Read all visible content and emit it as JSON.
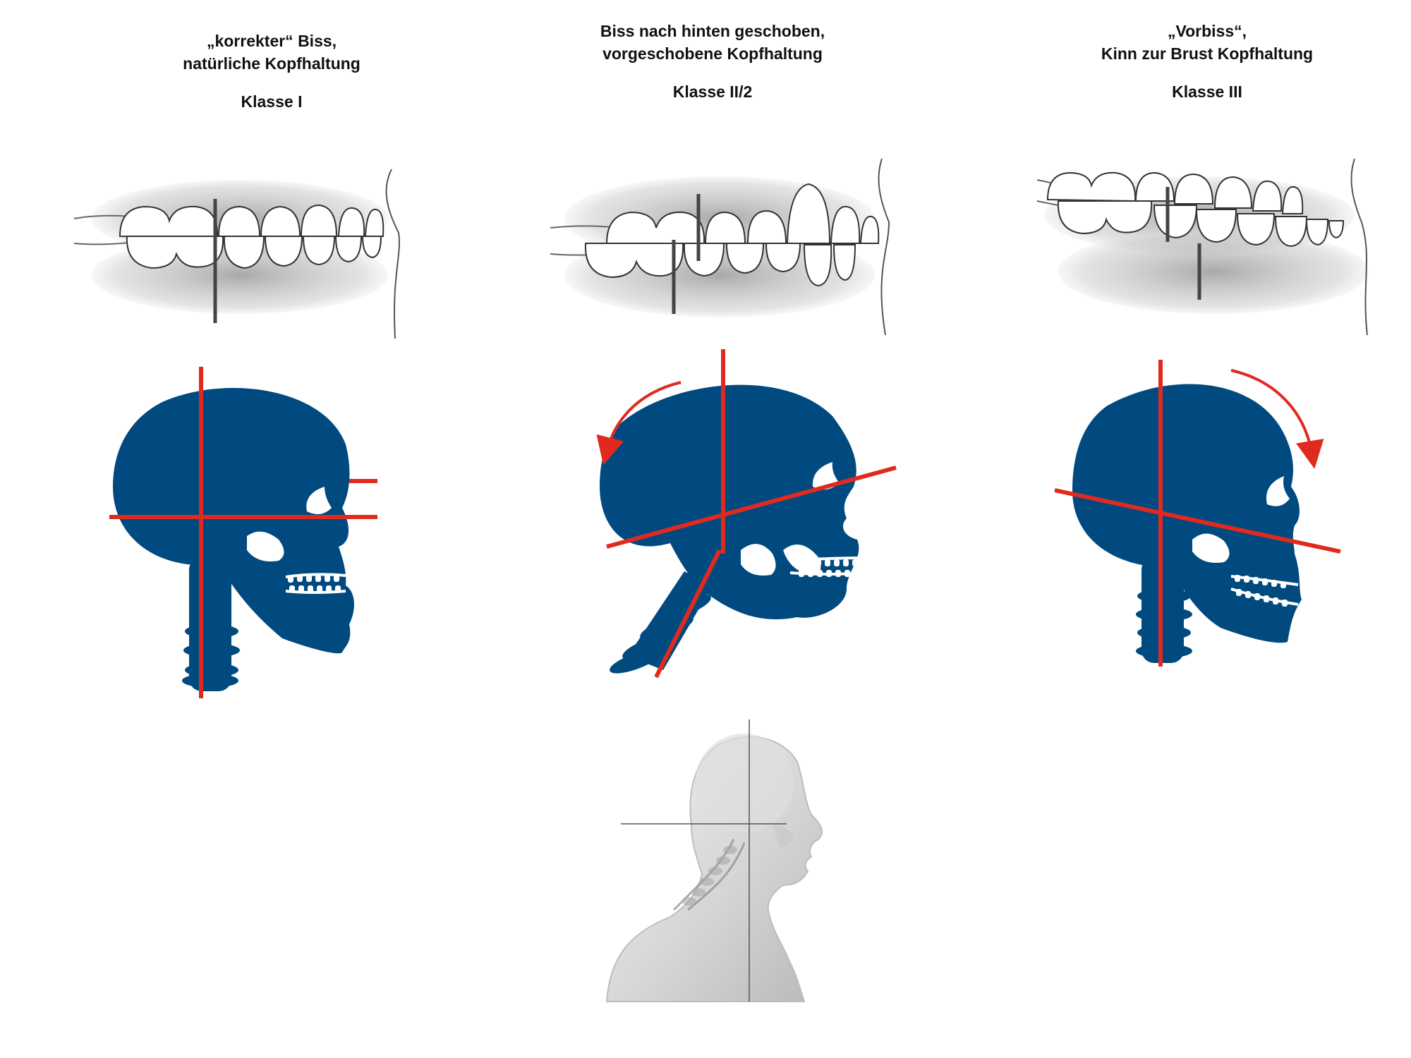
{
  "columns": [
    {
      "line1": "„korrekter“ Biss,",
      "line2": "natürliche Kopfhaltung",
      "class_label": "Klasse I"
    },
    {
      "line1": "Biss nach hinten geschoben,",
      "line2": "vorgeschobene Kopfhaltung",
      "class_label": "Klasse II/2"
    },
    {
      "line1": "„Vorbiss“,",
      "line2": "Kinn zur Brust Kopfhaltung",
      "class_label": "Klasse III"
    }
  ],
  "colors": {
    "skull": "#004a80",
    "guide": "#e02a1f",
    "tooth_line": "#444444",
    "text": "#111111"
  },
  "icons": [
    "teeth-occlusion-illustration",
    "skull-silhouette-icon",
    "posture-bust-illustration"
  ]
}
